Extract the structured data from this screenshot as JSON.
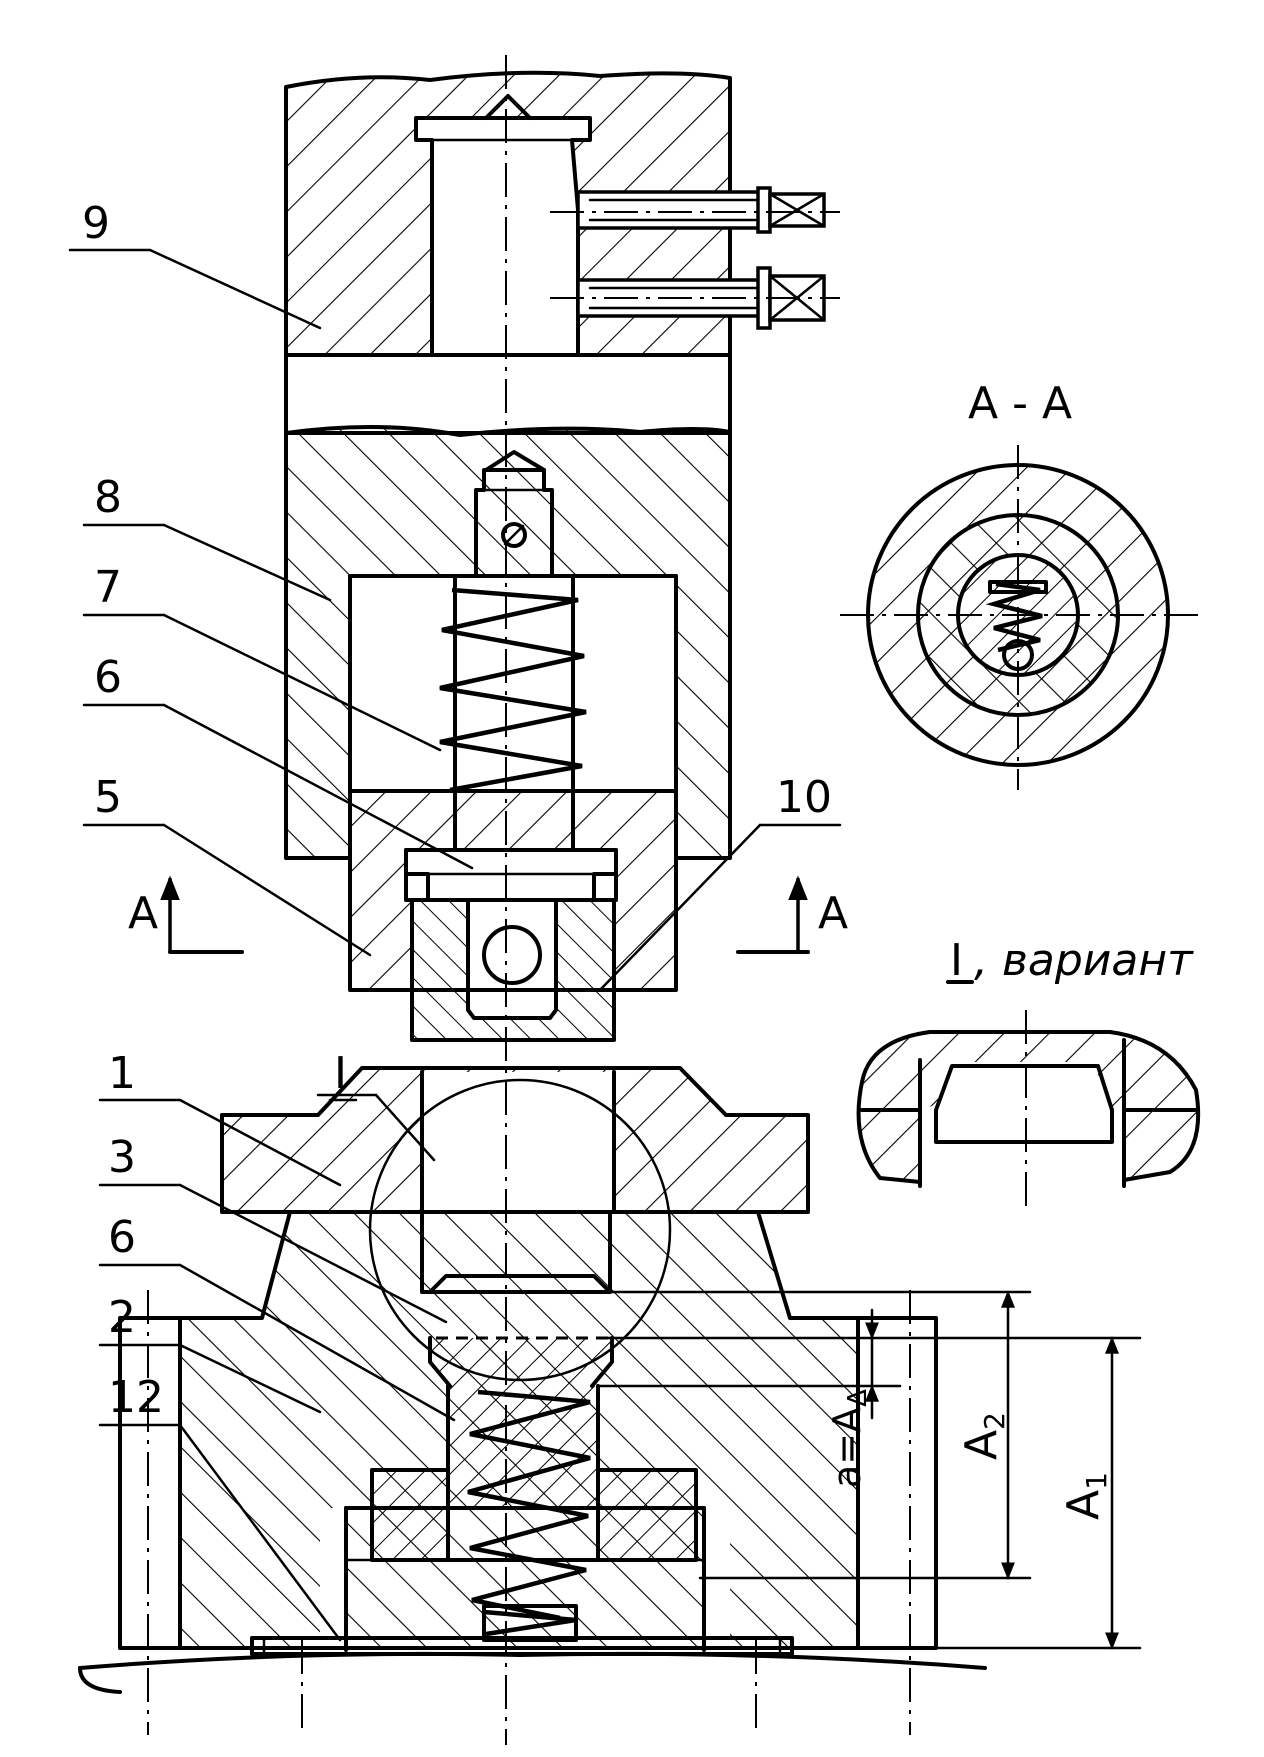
{
  "labels": {
    "p1": "1",
    "p2": "2",
    "p3": "3",
    "p5": "5",
    "p6a": "6",
    "p6b": "6",
    "p7": "7",
    "p8": "8",
    "p9": "9",
    "p10": "10",
    "p12": "12",
    "detail_mark": "I",
    "section_left": "A",
    "section_right": "A"
  },
  "section_title": "А - А",
  "variant": {
    "mark": "I",
    "caption": ", вариант"
  },
  "dimensions": {
    "a": "a=A",
    "a_sub": "Δ",
    "a2": "A",
    "a2_sub": "2",
    "a1": "A",
    "a1_sub": "1"
  }
}
